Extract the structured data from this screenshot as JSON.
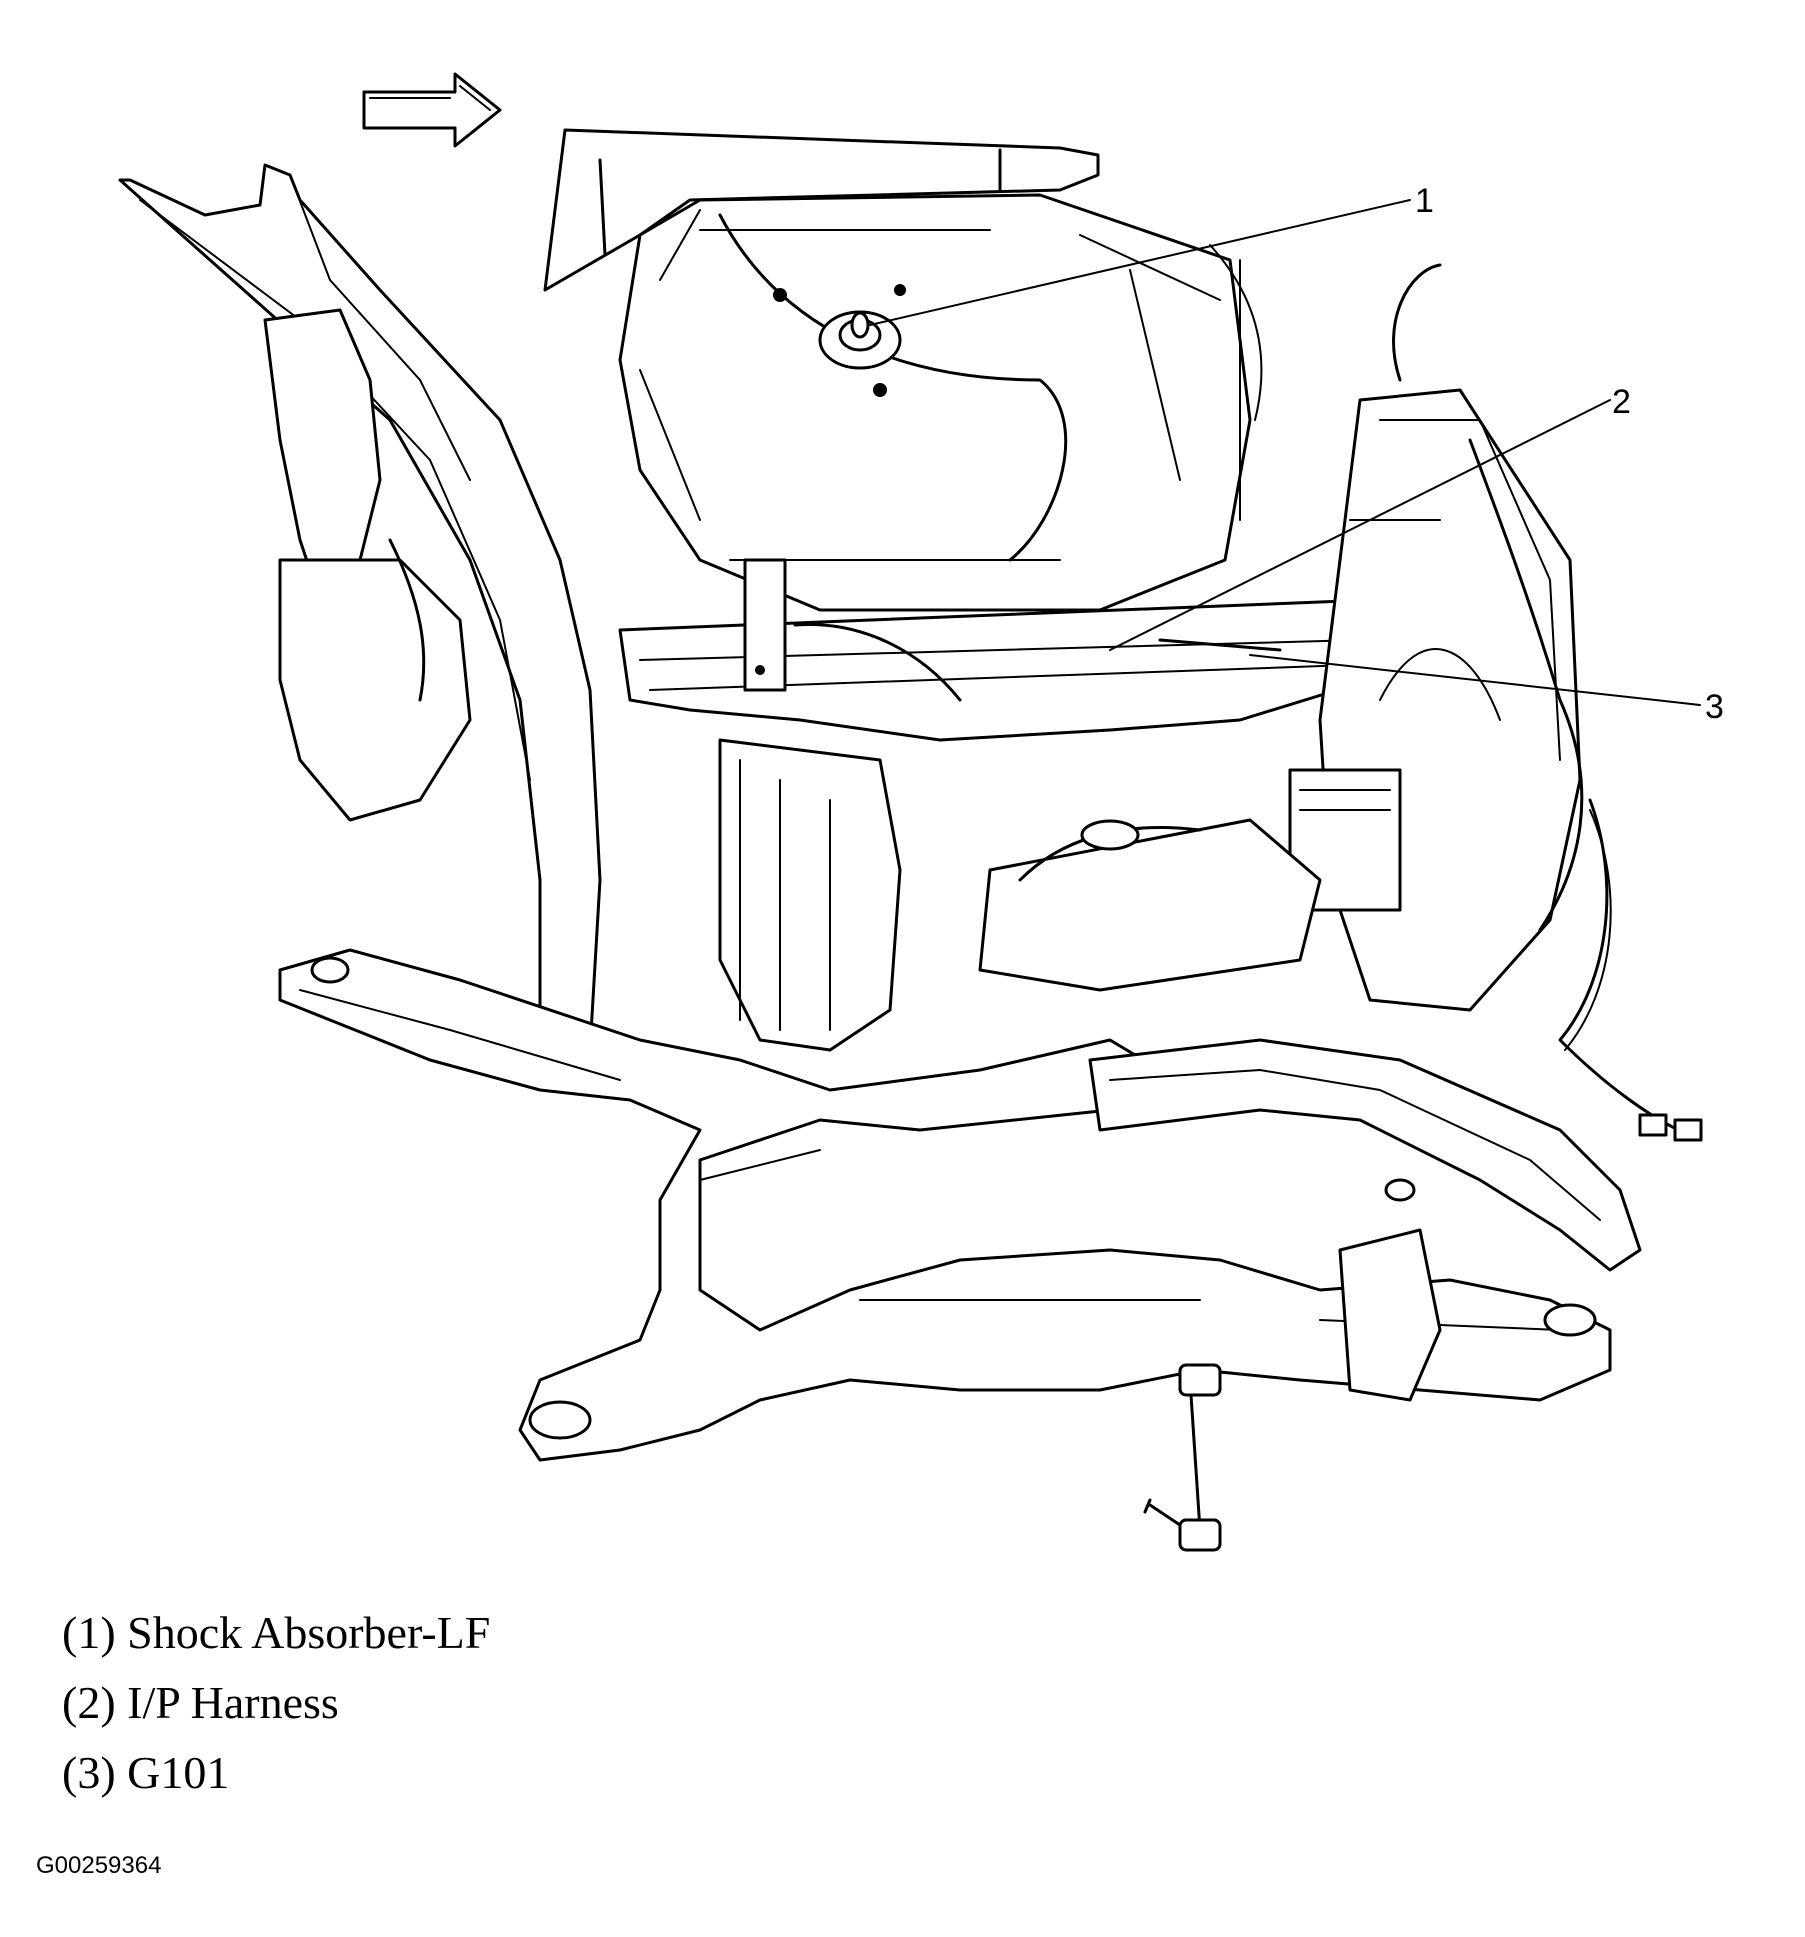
{
  "callouts": [
    {
      "number": "1",
      "label": "(1) Shock Absorber-LF"
    },
    {
      "number": "2",
      "label": "(2) I/P Harness"
    },
    {
      "number": "3",
      "label": "(3) G101"
    }
  ],
  "figure_id": "G00259364"
}
